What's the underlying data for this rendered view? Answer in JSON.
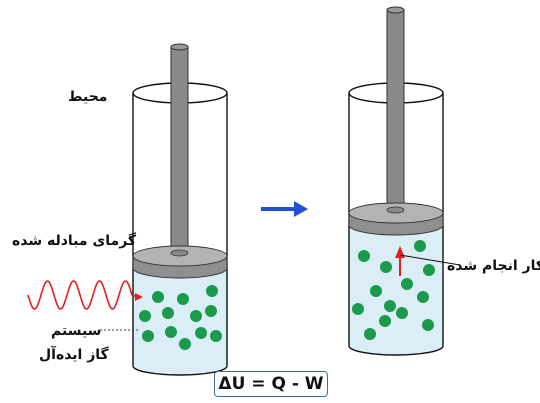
{
  "labels": {
    "surroundings": "محیط",
    "heat_exchanged": "گرمای مبادله شده",
    "system": "سیستم",
    "ideal_gas": "گاز ایده‌آل",
    "work_done": "کار انجام شده"
  },
  "formula": "ΔU = Q - W",
  "colors": {
    "gas_fill": "#dbeef7",
    "molecule": "#1a9a4a",
    "piston": "#a8a8a8",
    "rod": "#8a8a8a",
    "heat_wave": "#e02020",
    "arrow_red": "#e02020",
    "process_arrow": "#1f4fd6",
    "formula_border": "#3a6fa0"
  }
}
